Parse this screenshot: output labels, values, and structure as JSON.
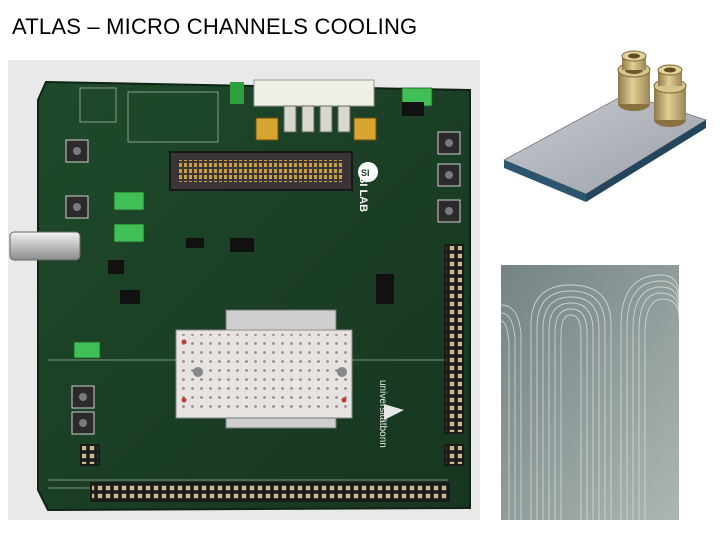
{
  "slide": {
    "title": "ATLAS – MICRO CHANNELS COOLING"
  },
  "board_photo": {
    "logo_text": "SI LAB",
    "university_text": "universitätbonn"
  }
}
